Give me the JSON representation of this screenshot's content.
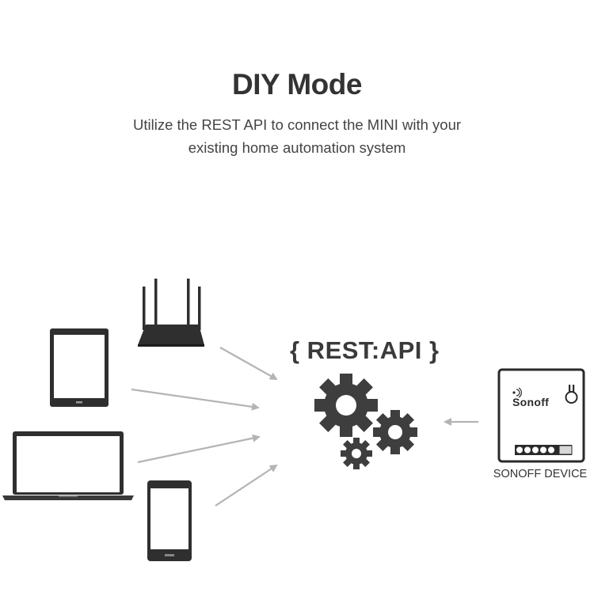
{
  "header": {
    "title": "DIY Mode",
    "subtitle_line1": "Utilize the REST API to connect the MINI with your",
    "subtitle_line2": "existing home automation system"
  },
  "center": {
    "api_label": "{ REST:API }"
  },
  "device": {
    "brand": "Sonoff",
    "label": "SONOFF DEVICE"
  },
  "icons": [
    "router-icon",
    "tablet-icon",
    "laptop-icon",
    "phone-icon",
    "gears-icon",
    "sonoff-device-icon",
    "arrow-icon"
  ],
  "colors": {
    "device_fill": "#2f2f2f",
    "gear_fill": "#3e3e3e",
    "arrow": "#b4b4b4",
    "text": "#333333"
  }
}
